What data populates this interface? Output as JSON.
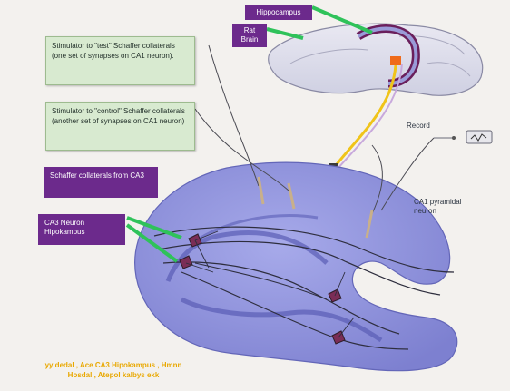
{
  "labels": {
    "hippocampus": "Hippocampus",
    "rat_brain": "Rat Brain",
    "stimulator_test": "Stimulator to \"test\" Schaffer collaterals (one set of synapses on CA1 neuron).",
    "stimulator_control": "Stimulator to \"control\" Schaffer collaterals (another set of synapses on CA1 neuron)",
    "schaffer": "Schaffer collaterals from CA3",
    "ca3": "CA3 Neuron Hipokampus",
    "record": "Record",
    "ca1": "CA1 pyramidal neuron"
  },
  "credit": {
    "line1": "yy dedal , Ace CA3 Hipokampus , Hmnn",
    "line2": "Hosdal , Atepol kalbys ekk"
  },
  "colors": {
    "purple_label": "#6c2a8c",
    "note_green": "#d8ead0",
    "pointer_green": "#2fc25a",
    "lobe": "#8c8fd8",
    "credit": "#e9a800"
  }
}
